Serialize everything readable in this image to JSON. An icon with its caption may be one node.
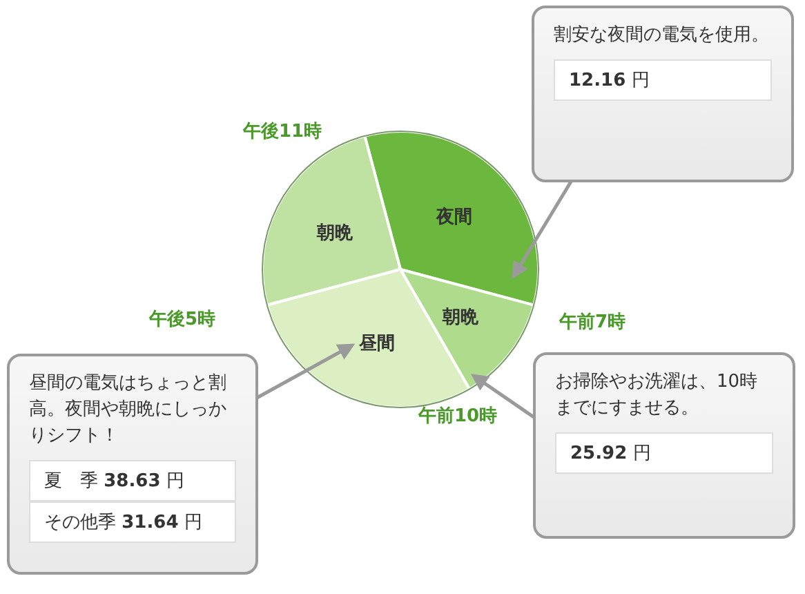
{
  "diagram": {
    "nodes": [
      {
        "text": [
          "割安な夜間の電気を使用。",
          "**12.16** 円"
        ]
      },
      {
        "text": [
          "夜間"
        ]
      },
      {
        "text": [
          "朝晩"
        ]
      },
      {
        "text": [
          "朝晩"
        ]
      },
      {
        "text": [
          "昼間"
        ]
      },
      {
        "text": [
          "昼間の電気はちょっと割高。夜間や朝晩にしっかりシフト！",
          "夏　季 **38.63** 円",
          "その他季 **31.64** 円"
        ]
      },
      {
        "text": [
          "お掃除やお洗濯は、10時までにすませる。",
          "**25.92** 円"
        ]
      }
    ],
    "edges": [
      {
        "from": 0,
        "to": 1,
        "arrow": "to"
      },
      {
        "from": 5,
        "to": 4,
        "arrow": "to"
      },
      {
        "from": 6,
        "to": 3,
        "arrow": "to"
      }
    ],
    "labels": [
      "午後11時",
      "午後5時",
      "午前7時",
      "午前10時"
    ]
  }
}
